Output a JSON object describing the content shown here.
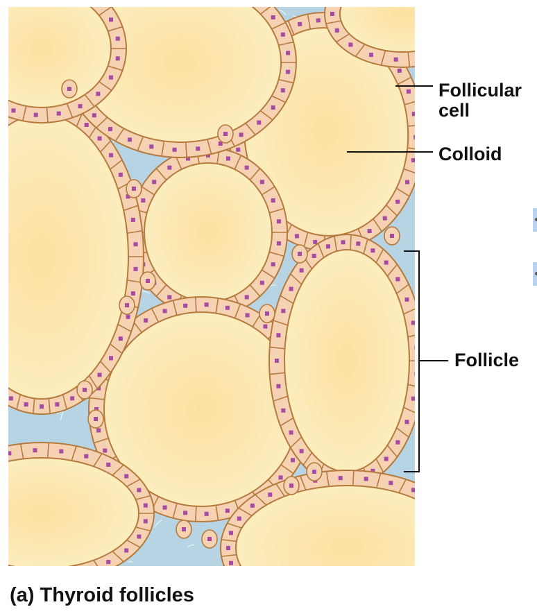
{
  "labels": {
    "follicular_cell_line1": "Follicular",
    "follicular_cell_line2": "cell",
    "colloid": "Colloid",
    "follicle": "Follicle"
  },
  "caption": {
    "part": "(a)",
    "title": "Thyroid follicles"
  },
  "colors": {
    "colloid": "#fdefbf",
    "colloid_center": "#fbe3a4",
    "stroma": "#b6d4e4",
    "cell_fill": "#f5d2b2",
    "cell_outline": "#b57a3c",
    "nucleus": "#a74aa3",
    "leader_line": "#111111"
  }
}
